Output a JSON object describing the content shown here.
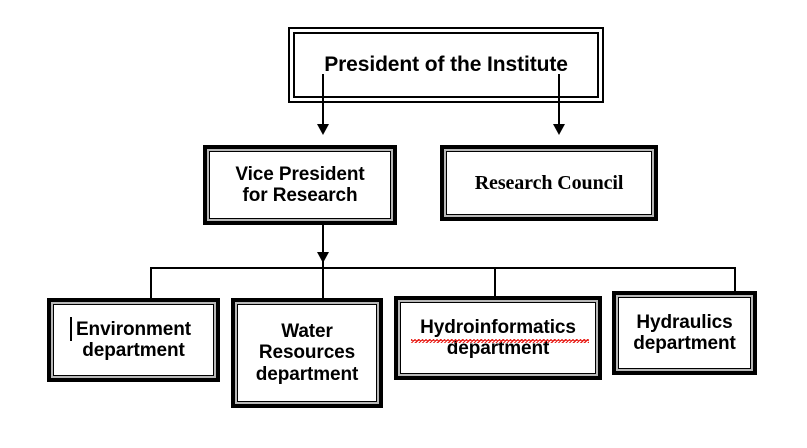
{
  "diagram": {
    "title": "Institute organisational chart",
    "colors": {
      "line": "#000000",
      "box_border": "#000000",
      "box_inner_border": "#b8b8b8",
      "background": "#ffffff",
      "spellcheck_underline": "#e8201a"
    },
    "nodes": {
      "president": {
        "label": "President of the Institute",
        "font": "sans"
      },
      "vice_president": {
        "label": "Vice President\nfor Research",
        "line1": "Vice President",
        "line2": "for Research",
        "font": "sans"
      },
      "research_council": {
        "label": "Research Council",
        "font": "serif"
      },
      "environment": {
        "line1": "Environment",
        "line2": "department",
        "font": "sans",
        "has_text_caret": true
      },
      "water_resources": {
        "line1": "Water",
        "line2": "Resources",
        "line3": "department",
        "font": "sans"
      },
      "hydroinformatics": {
        "line1": "Hydroinformatics",
        "line2": "department",
        "font": "sans",
        "spellcheck_flagged_word": "Hydroinformatics"
      },
      "hydraulics": {
        "line1": "Hydraulics",
        "line2": "department",
        "font": "sans"
      }
    },
    "connectors": [
      {
        "from": "president",
        "to": "vice_president",
        "style": "arrow"
      },
      {
        "from": "president",
        "to": "research_council",
        "style": "arrow"
      },
      {
        "from": "vice_president",
        "to": "environment",
        "style": "line"
      },
      {
        "from": "vice_president",
        "to": "water_resources",
        "style": "line"
      },
      {
        "from": "vice_president",
        "to": "hydroinformatics",
        "style": "line"
      },
      {
        "from": "vice_president",
        "to": "hydraulics",
        "style": "line"
      }
    ]
  }
}
